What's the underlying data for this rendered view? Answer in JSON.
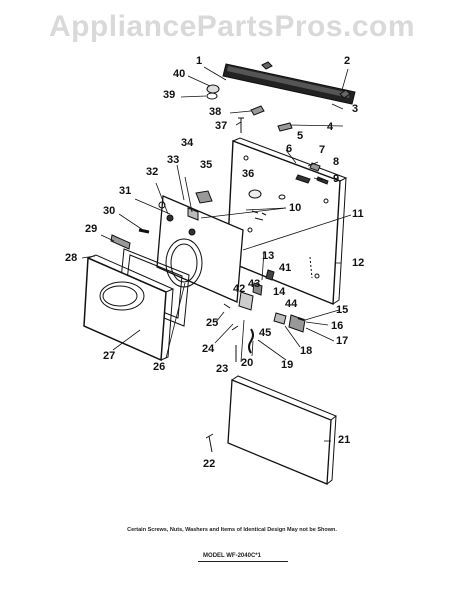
{
  "watermark": "AppliancePartsPros.com",
  "footer_note": "Certain Screws, Nuts, Washers and Items of Identical Design May not be Shown.",
  "model_label": "MODEL WF-2040C*1",
  "callouts": [
    "1",
    "2",
    "3",
    "4",
    "5",
    "6",
    "7",
    "8",
    "9",
    "10",
    "11",
    "12",
    "13",
    "14",
    "15",
    "16",
    "17",
    "18",
    "19",
    "20",
    "21",
    "22",
    "23",
    "24",
    "25",
    "26",
    "27",
    "28",
    "29",
    "30",
    "31",
    "32",
    "33",
    "34",
    "35",
    "36",
    "37",
    "38",
    "39",
    "40",
    "41",
    "42",
    "43",
    "44",
    "45"
  ]
}
